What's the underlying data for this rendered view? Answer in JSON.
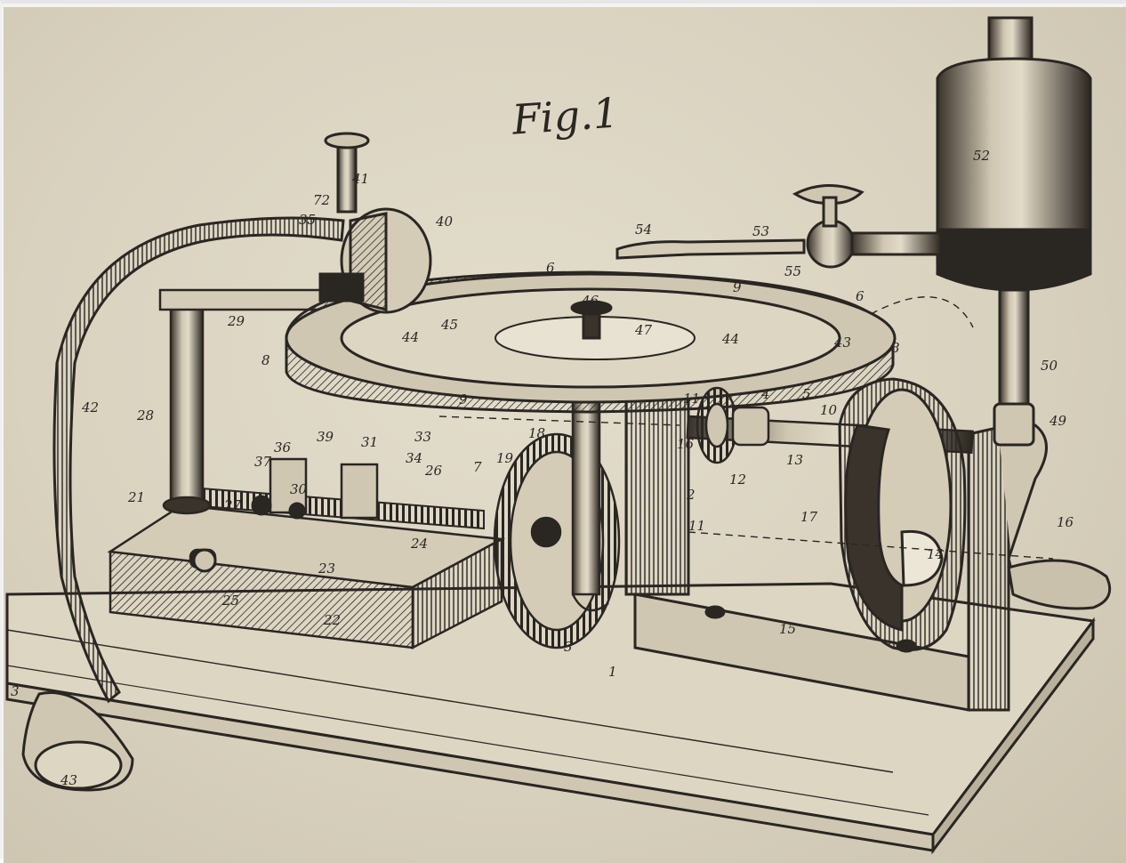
{
  "figure": {
    "title": "Fig.1",
    "ink_color": "#2a2622",
    "paper_color": "#d9d2bf"
  },
  "reference_numerals": [
    "41",
    "72",
    "35",
    "40",
    "54",
    "53",
    "55",
    "52",
    "6",
    "46",
    "9",
    "29",
    "8",
    "45",
    "44",
    "47",
    "44",
    "43",
    "6",
    "8",
    "4",
    "5",
    "10",
    "11",
    "9",
    "50",
    "42",
    "28",
    "18",
    "19",
    "7",
    "2",
    "16",
    "12",
    "13",
    "49",
    "33",
    "34",
    "39",
    "31",
    "36",
    "37",
    "30",
    "26",
    "21",
    "27",
    "24",
    "17",
    "16",
    "11",
    "14",
    "23",
    "25",
    "22",
    "3",
    "1",
    "15",
    "3",
    "43"
  ]
}
